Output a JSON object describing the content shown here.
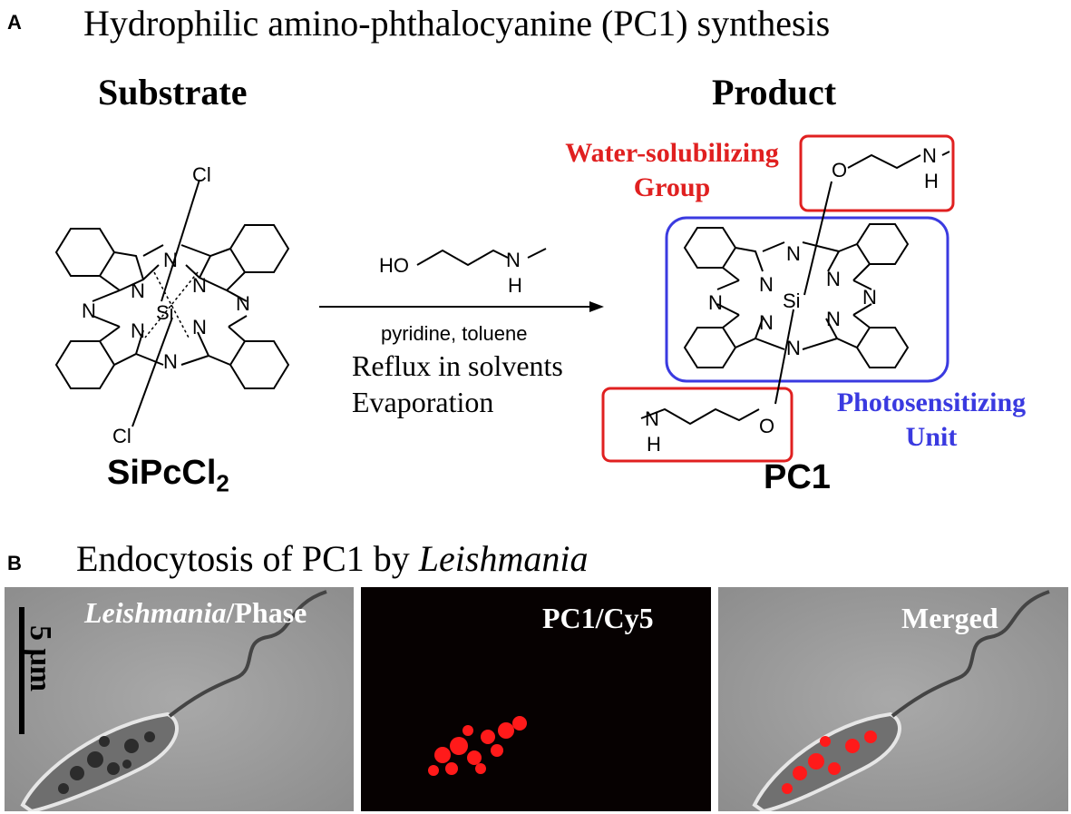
{
  "panel_a": {
    "letter": "A",
    "title": "Hydrophilic amino-phthalocyanine (PC1) synthesis",
    "substrate_heading": "Substrate",
    "product_heading": "Product",
    "substrate_name_main": "SiPcCl",
    "substrate_name_sub": "2",
    "product_name": "PC1",
    "reagent_label": "HO",
    "atom_n": "N",
    "atom_h": "H",
    "atom_si": "Si",
    "atom_cl": "Cl",
    "atom_o": "O",
    "conditions_1": "pyridine, toluene",
    "conditions_2": "Reflux in solvents",
    "conditions_3": "Evaporation",
    "label_water_1": "Water-solubilizing",
    "label_water_2": "Group",
    "label_photo_1": "Photosensitizing",
    "label_photo_2": "Unit",
    "colors": {
      "red_box": "#e02020",
      "blue_box": "#3a3ae0"
    }
  },
  "panel_b": {
    "letter": "B",
    "title_prefix": "Endocytosis of PC1 by ",
    "title_italic": "Leishmania",
    "scale_bar": "5 μm",
    "panel1_italic": "Leishmania",
    "panel1_rest": "/Phase",
    "panel2_label": "PC1/Cy5",
    "panel3_label": "Merged"
  }
}
